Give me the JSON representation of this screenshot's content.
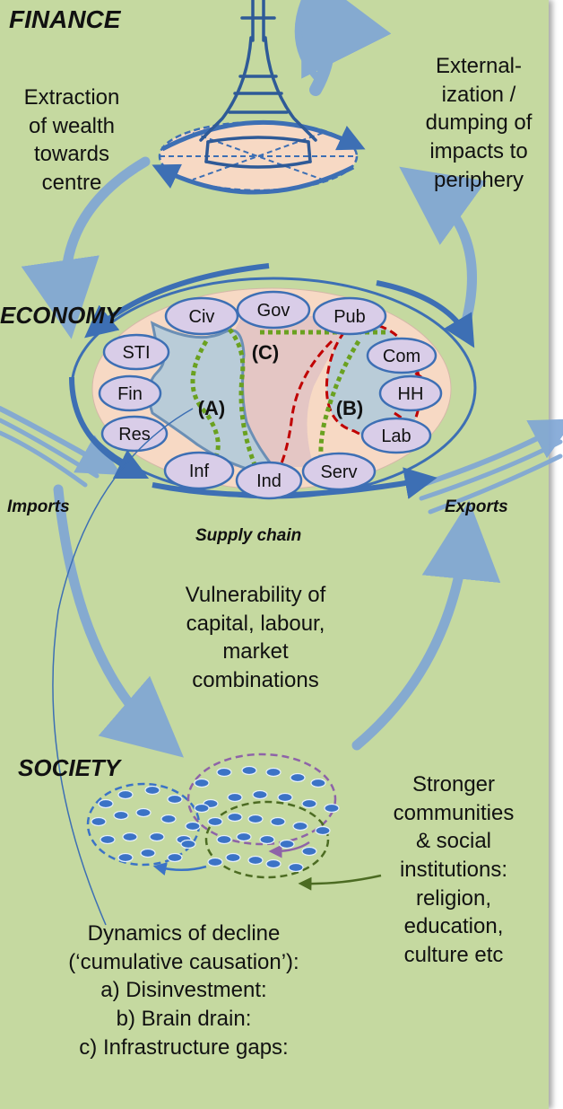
{
  "sections": {
    "finance": "FINANCE",
    "economy": "ECONOMY",
    "society": "SOCIETY"
  },
  "annotations": {
    "extraction": [
      "Extraction",
      "of wealth",
      "towards",
      "centre"
    ],
    "externalization": [
      "External-",
      "ization /",
      "dumping of",
      "impacts to",
      "periphery"
    ],
    "imports": "Imports",
    "exports": "Exports",
    "supply_chain": "Supply chain",
    "vulnerability": [
      "Vulnerability of",
      "capital, labour,",
      "market",
      "combinations"
    ],
    "stronger": [
      "Stronger",
      "communities",
      "& social",
      "institutions:",
      "religion,",
      "education,",
      "culture etc"
    ],
    "decline": [
      "Dynamics of decline",
      "(‘cumulative causation’):",
      "a) Disinvestment:",
      "b) Brain drain:",
      "c) Infrastructure gaps:"
    ]
  },
  "sectors": [
    "Civ",
    "Gov",
    "Pub",
    "STI",
    "Com",
    "Fin",
    "HH",
    "Res",
    "Lab",
    "Inf",
    "Ind",
    "Serv"
  ],
  "regions": [
    "(A)",
    "(B)",
    "(C)"
  ],
  "colors": {
    "background": "#c5d9a0",
    "arrow": "#7fa6d6",
    "ring": "#3d6fb4",
    "ellipse_fill": "#f7d9c4",
    "oval_fill": "#d9cde8",
    "region_a": "#6b8fb5",
    "region_b_line": "#c00000",
    "region_c_line": "#6aa120",
    "society_blue": "#3b73c6",
    "society_purple": "#8e63a8",
    "society_green": "#4c6b22"
  }
}
